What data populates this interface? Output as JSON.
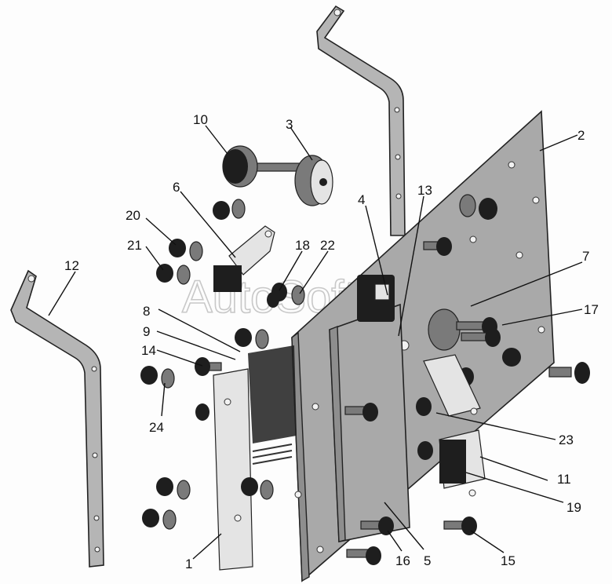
{
  "watermark": "AutoSoft",
  "callouts": [
    {
      "id": "label-1",
      "text": "1"
    },
    {
      "id": "label-2",
      "text": "2"
    },
    {
      "id": "label-3",
      "text": "3"
    },
    {
      "id": "label-4",
      "text": "4"
    },
    {
      "id": "label-5",
      "text": "5"
    },
    {
      "id": "label-6",
      "text": "6"
    },
    {
      "id": "label-7",
      "text": "7"
    },
    {
      "id": "label-8",
      "text": "8"
    },
    {
      "id": "label-9",
      "text": "9"
    },
    {
      "id": "label-10",
      "text": "10"
    },
    {
      "id": "label-11",
      "text": "11"
    },
    {
      "id": "label-12",
      "text": "12"
    },
    {
      "id": "label-13",
      "text": "13"
    },
    {
      "id": "label-14",
      "text": "14"
    },
    {
      "id": "label-15",
      "text": "15"
    },
    {
      "id": "label-16",
      "text": "16"
    },
    {
      "id": "label-17",
      "text": "17"
    },
    {
      "id": "label-18",
      "text": "18"
    },
    {
      "id": "label-19",
      "text": "19"
    },
    {
      "id": "label-20",
      "text": "20"
    },
    {
      "id": "label-21",
      "text": "21"
    },
    {
      "id": "label-22",
      "text": "22"
    },
    {
      "id": "label-23",
      "text": "23"
    },
    {
      "id": "label-24",
      "text": "24"
    }
  ]
}
